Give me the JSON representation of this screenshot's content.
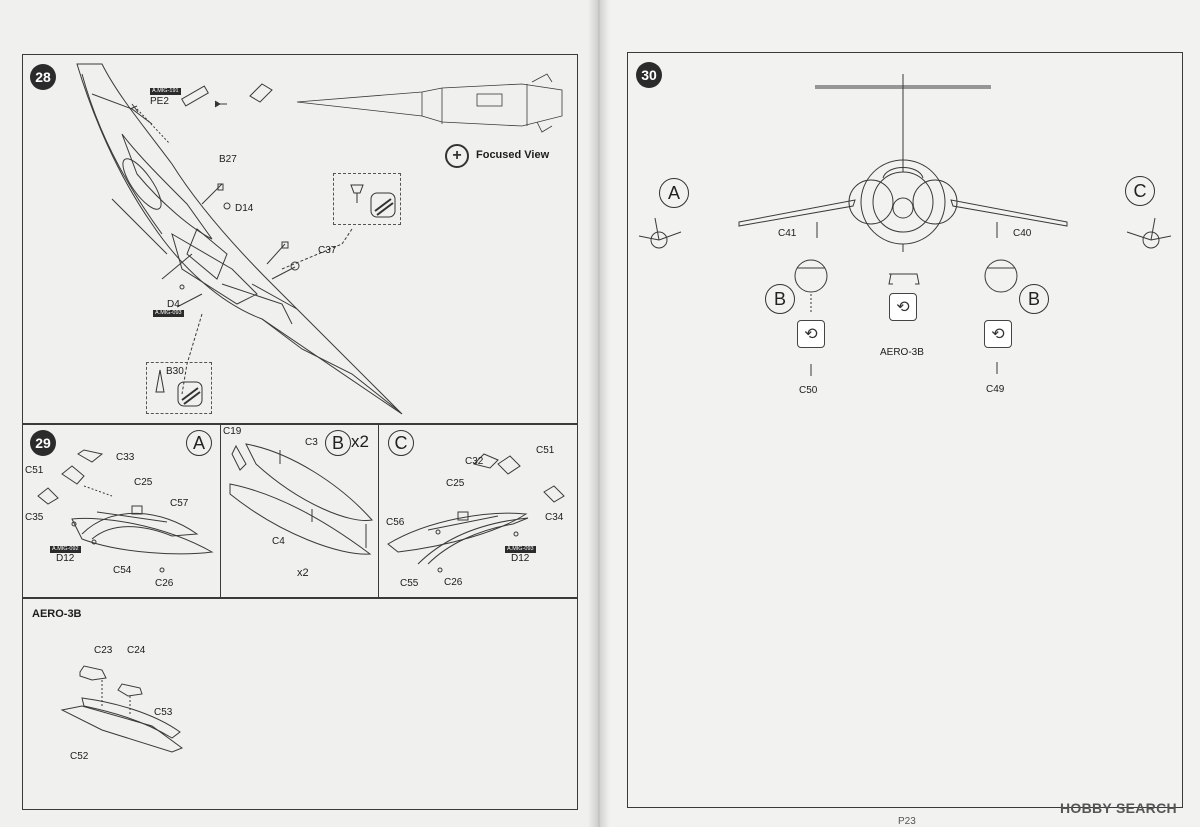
{
  "steps": {
    "s28": {
      "number": "28",
      "parts": {
        "pe2": "PE2",
        "pe2_tag": "A.MIG-191",
        "b27": "B27",
        "d14": "D14",
        "c37": "C37",
        "d4": "D4",
        "d4_tag": "A.MIG-093",
        "b30": "B30"
      },
      "focused_view": "Focused View"
    },
    "s29": {
      "number": "29",
      "variants": {
        "a": {
          "letter": "A",
          "parts": {
            "c33": "C33",
            "c51": "C51",
            "c25": "C25",
            "c57": "C57",
            "c35": "C35",
            "d12": "D12",
            "d12_tag": "A.MIG-092",
            "c54": "C54",
            "c26": "C26"
          }
        },
        "b": {
          "letter": "B",
          "multiplier": "x2",
          "parts": {
            "c19": "C19",
            "c3": "C3",
            "c4": "C4"
          },
          "footer": "x2"
        },
        "c": {
          "letter": "C",
          "parts": {
            "c32": "C32",
            "c51": "C51",
            "c25": "C25",
            "c56": "C56",
            "c34": "C34",
            "d12": "D12",
            "d12_tag": "A.MIG-093",
            "c55": "C55",
            "c26": "C26"
          }
        }
      },
      "aero": {
        "title": "AERO-3B",
        "parts": {
          "c23": "C23",
          "c24": "C24",
          "c53": "C53",
          "c52": "C52"
        }
      }
    },
    "s30": {
      "number": "30",
      "labels": {
        "a": "A",
        "c": "C",
        "b_left": "B",
        "b_right": "B"
      },
      "parts": {
        "c41": "C41",
        "c40": "C40",
        "c50": "C50",
        "c49": "C49"
      },
      "aero": "AERO-3B"
    }
  },
  "footer": {
    "page_number": "P23",
    "watermark": "HOBBY SEARCH"
  }
}
